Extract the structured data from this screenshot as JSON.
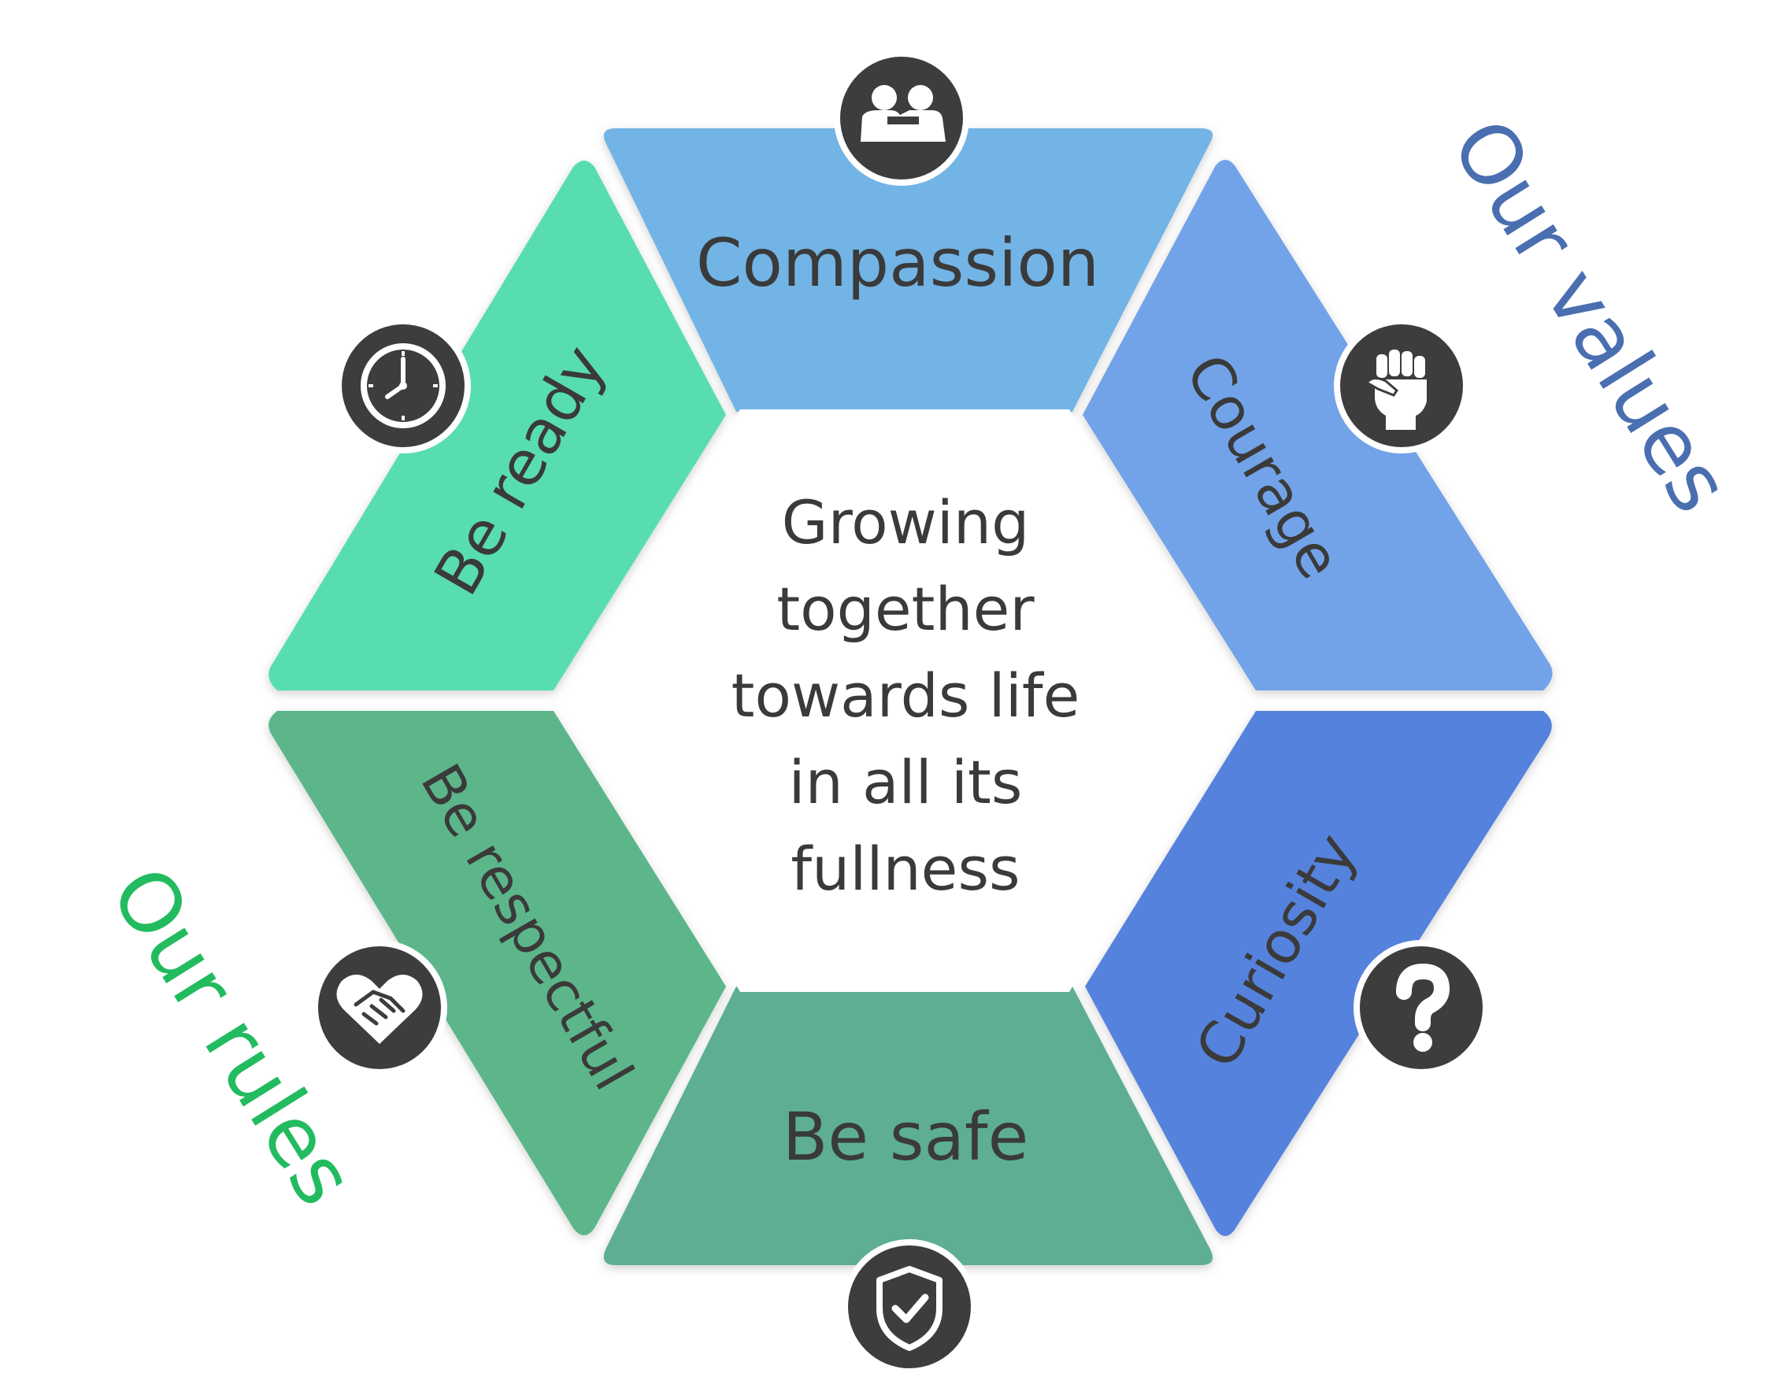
{
  "center": {
    "lines": [
      "Growing",
      "together",
      "towards life",
      "in all its",
      "fullness"
    ]
  },
  "segments": [
    {
      "id": "compassion",
      "label": "Compassion",
      "color": "#73b4e6",
      "icon": "people-hug-icon"
    },
    {
      "id": "courage",
      "label": "Courage",
      "color": "#72a3e8",
      "icon": "raised-fist-icon"
    },
    {
      "id": "curiosity",
      "label": "Curiosity",
      "color": "#5582dc",
      "icon": "question-mark-icon"
    },
    {
      "id": "be-safe",
      "label": "Be safe",
      "color": "#5dae95",
      "icon": "shield-check-icon"
    },
    {
      "id": "be-respectful",
      "label": "Be respectful",
      "color": "#5cb68a",
      "icon": "heart-handshake-icon"
    },
    {
      "id": "be-ready",
      "label": "Be ready",
      "color": "#58ddb0",
      "icon": "clock-icon"
    }
  ],
  "titles": {
    "values": {
      "text": "Our values",
      "color": "#4a6fb0"
    },
    "rules": {
      "text": "Our rules",
      "color": "#22bb5f"
    }
  },
  "icon_circle_color": "#3d3d3d"
}
